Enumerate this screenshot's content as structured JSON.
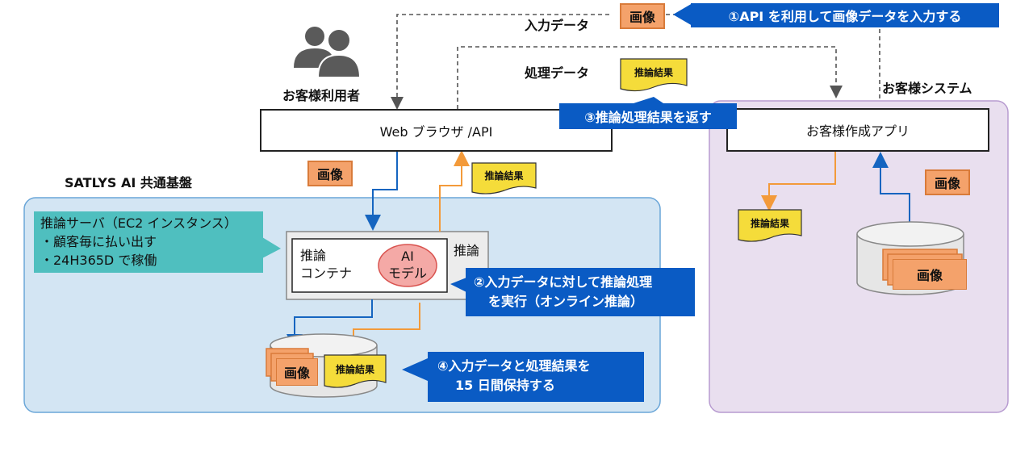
{
  "labels": {
    "input_data": "入力データ",
    "processed_data": "処理データ",
    "customer_user": "お客様利用者",
    "customer_system": "お客様システム",
    "satlys_platform": "SATLYS AI 共通基盤"
  },
  "boxes": {
    "web_browser_api": "Web ブラウザ /API",
    "customer_app": "お客様作成アプリ",
    "inference_server_label": "推論",
    "container_line1": "推論",
    "container_line2": "コンテナ",
    "ai_model_line1": "AI",
    "ai_model_line2": "モデル"
  },
  "tags": {
    "image": "画像",
    "inference_result": "推論結果"
  },
  "callouts": {
    "step1": "①API を利用して画像データを入力する",
    "step2_line1": "②入力データに対して推論処理",
    "step2_line2": "を実行（オンライン推論）",
    "step3": "③推論処理結果を返す",
    "step4_line1": "④入力データと処理結果を",
    "step4_line2": "15 日間保持する"
  },
  "server_note": {
    "title": "推論サーバ（EC2 インスタンス）",
    "line1": "・顧客毎に払い出す",
    "line2": "・24H365D で稼働"
  },
  "icons": {
    "users": "users-icon",
    "database": "database-icon",
    "document": "document-icon"
  },
  "colors": {
    "callout_blue": "#0a5bc4",
    "platform_bg": "#d3e5f3",
    "platform_border": "#6aa6d8",
    "system_bg": "#e9dfef",
    "system_border": "#b79bd0",
    "teal_note": "#4fbfbf",
    "image_tag": "#f4a26b",
    "result_doc": "#f5dc3a",
    "arrow_blue": "#1565c0",
    "arrow_orange": "#f39a3a",
    "dashed_gray": "#555555"
  }
}
